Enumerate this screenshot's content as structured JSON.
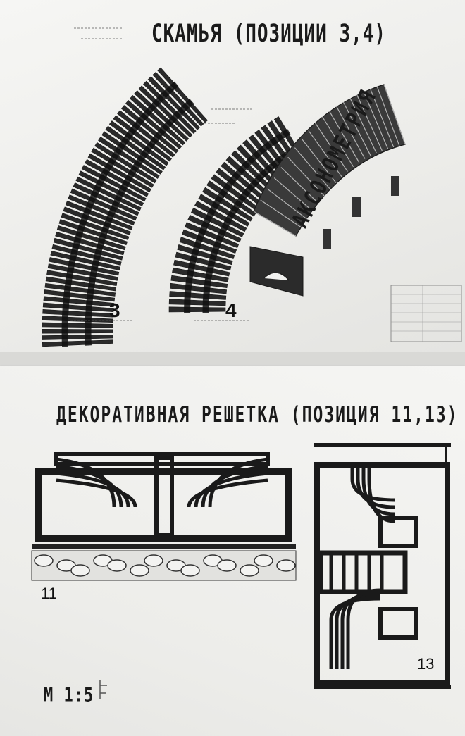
{
  "top_sheet": {
    "title": "СКАМЬЯ (ПОЗИЦИИ 3,4)",
    "bench_label_3": "3",
    "bench_label_4": "4",
    "axonometry_label": "АКСОНОМЕТРИЯ"
  },
  "bottom_sheet": {
    "title": "ДЕКОРАТИВНАЯ  РЕШЕТКА (ПОЗИЦИЯ 11,13)",
    "grille_label_11": "11",
    "grille_label_13": "13",
    "scale_label": "М 1:5"
  },
  "colors": {
    "ink": "#1a1a1a",
    "paper": "#f4f4f2"
  }
}
